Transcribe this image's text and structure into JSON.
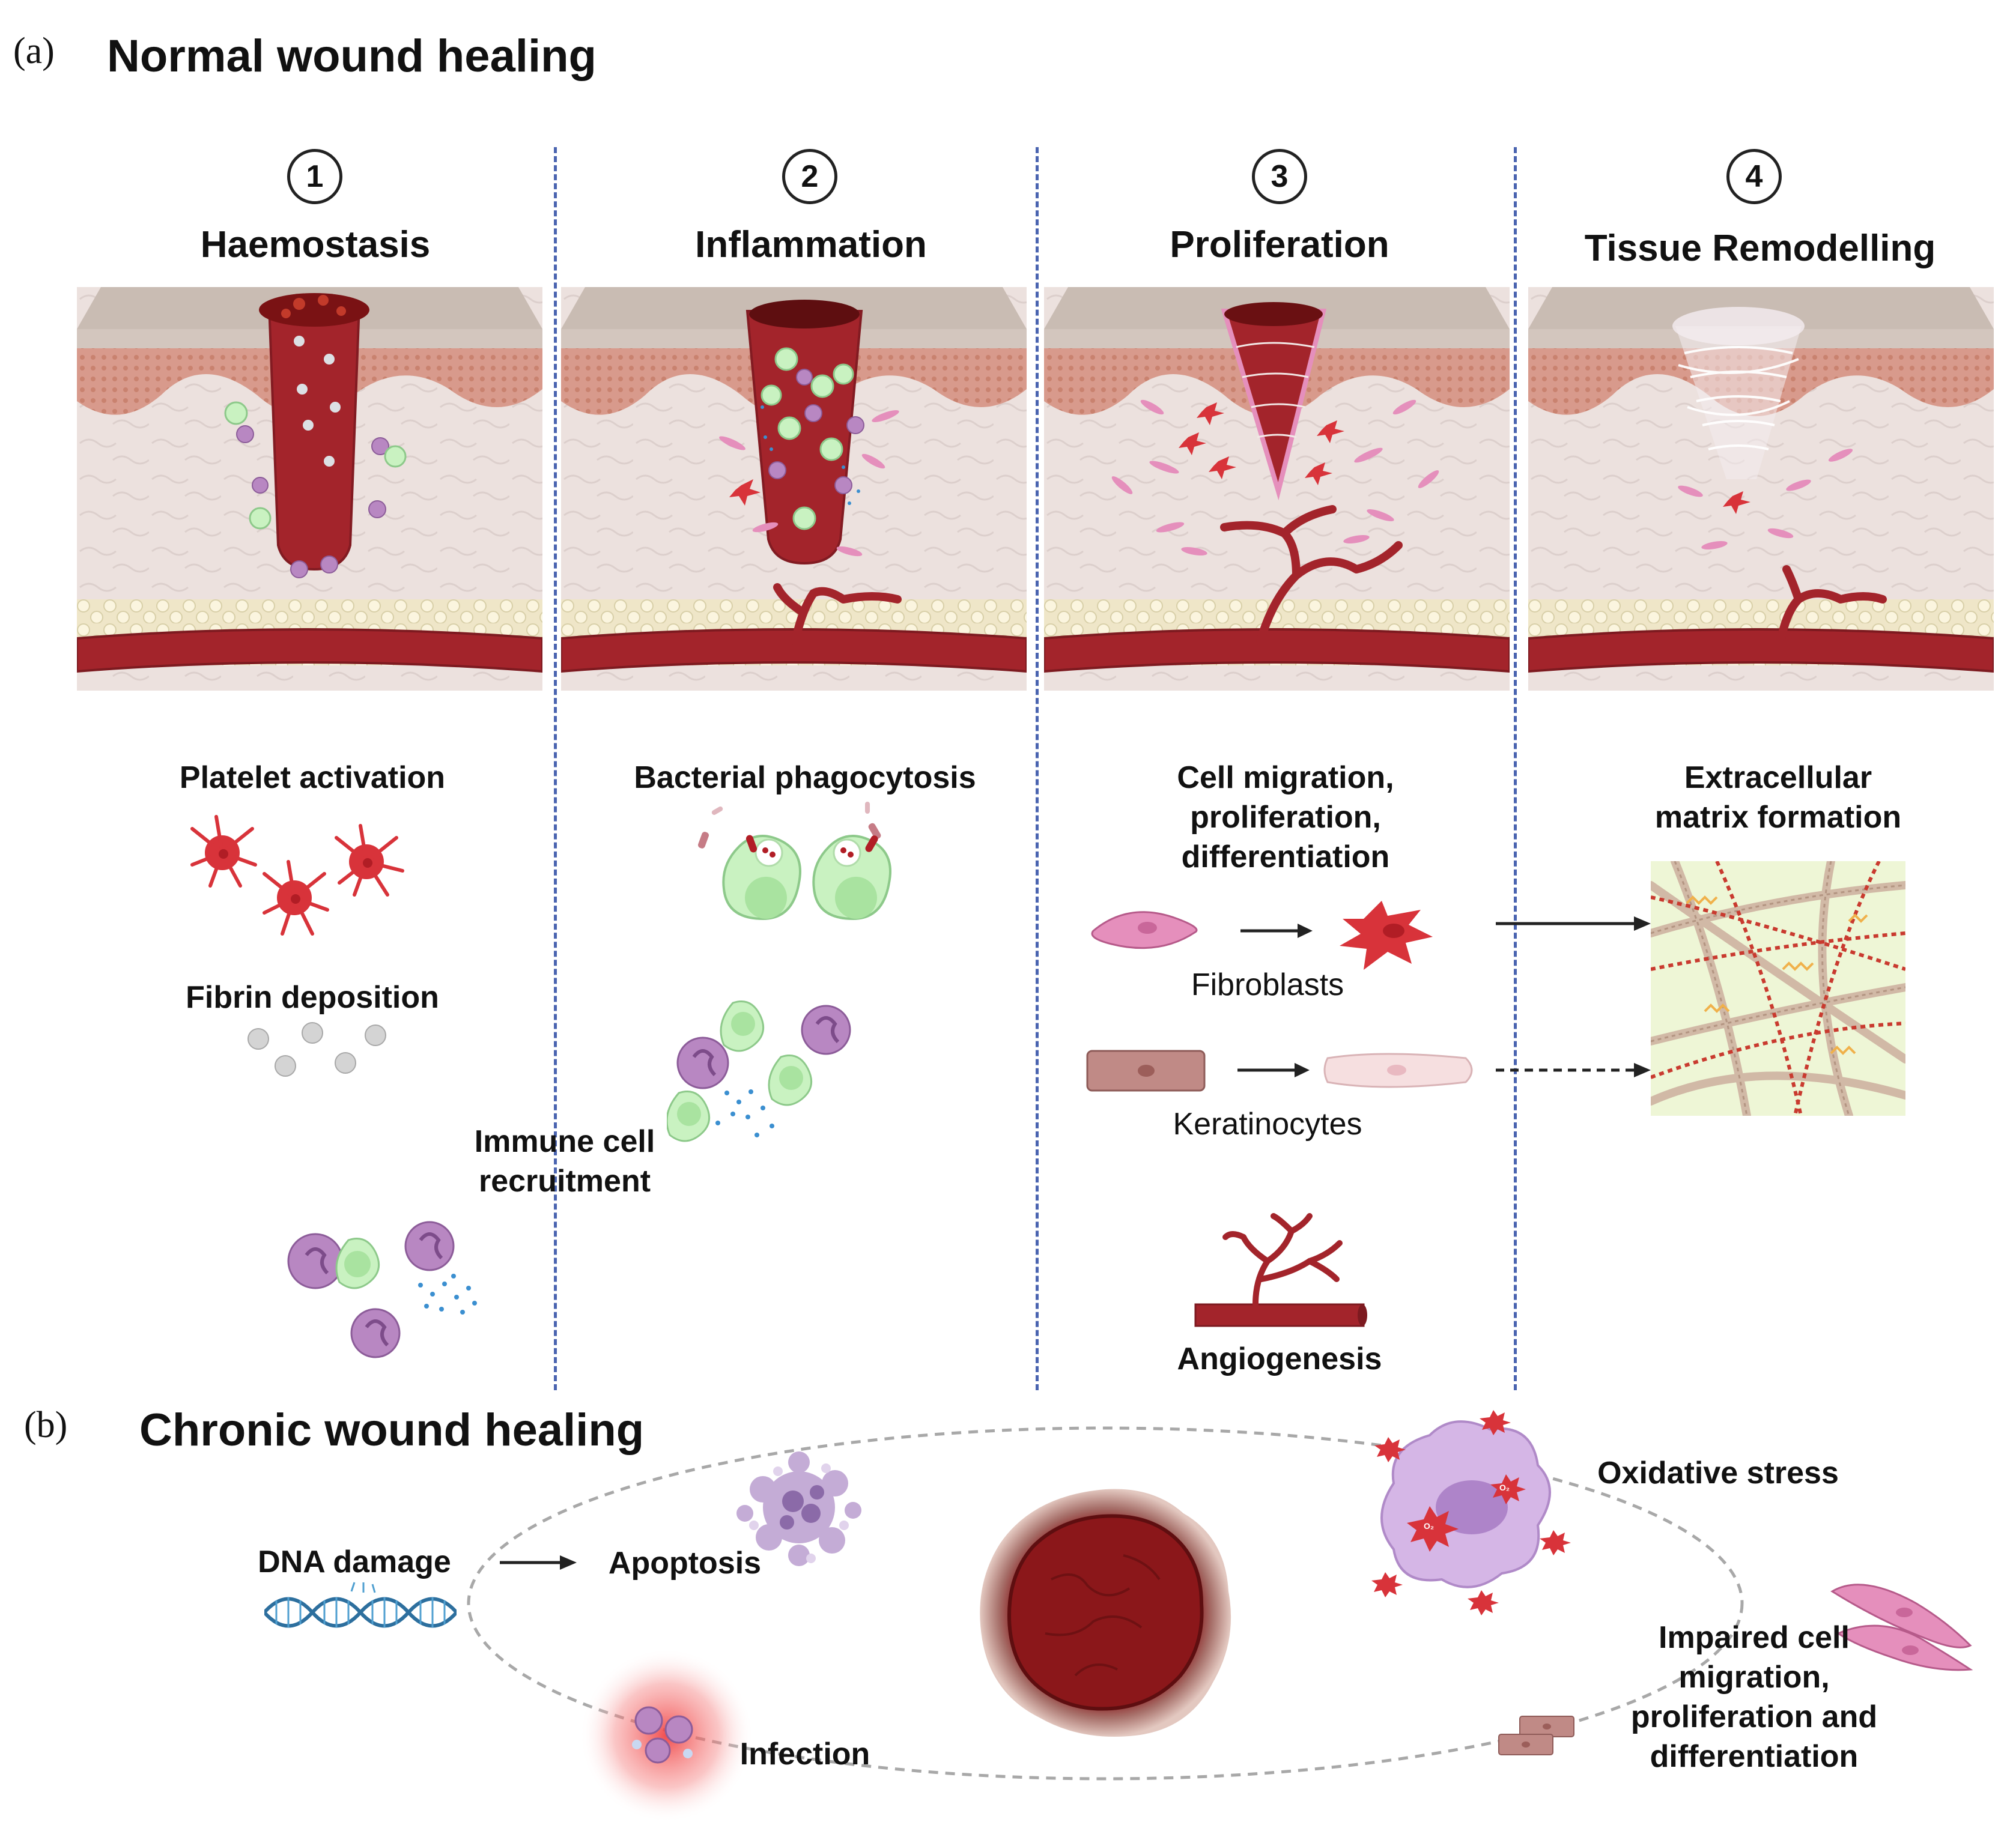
{
  "panel_a": {
    "letter": "(a)",
    "title": "Normal wound healing",
    "stages": [
      {
        "num": "1",
        "name": "Haemostasis"
      },
      {
        "num": "2",
        "name": "Inflammation"
      },
      {
        "num": "3",
        "name": "Proliferation"
      },
      {
        "num": "4",
        "name": "Tissue Remodelling"
      }
    ],
    "haemostasis": {
      "platelet_label": "Platelet activation",
      "fibrin_label": "Fibrin deposition",
      "immune_label_line1": "Immune cell",
      "immune_label_line2": "recruitment"
    },
    "inflammation": {
      "phagocytosis_label": "Bacterial phagocytosis"
    },
    "proliferation": {
      "label_line1": "Cell migration,",
      "label_line2": "proliferation,",
      "label_line3": "differentiation",
      "fibroblasts": "Fibroblasts",
      "keratinocytes": "Keratinocytes",
      "angiogenesis": "Angiogenesis"
    },
    "remodelling": {
      "label_line1": "Extracellular",
      "label_line2": "matrix formation"
    }
  },
  "panel_b": {
    "letter": "(b)",
    "title": "Chronic wound healing",
    "dna_damage": "DNA damage",
    "apoptosis": "Apoptosis",
    "infection": "Infection",
    "oxidative_stress": "Oxidative stress",
    "o2_symbol": "O₂",
    "impaired_line1": "Impaired cell",
    "impaired_line2": "migration,",
    "impaired_line3": "proliferation and",
    "impaired_line4": "differentiation"
  },
  "colors": {
    "blood": "#a3242b",
    "platelet": "#d8333a",
    "fibroblast_pink": "#e58fbc",
    "neutrophil_green": "#c9f2c1",
    "monocyte_purple": "#b889c4",
    "divider_blue": "#4a64b0"
  }
}
